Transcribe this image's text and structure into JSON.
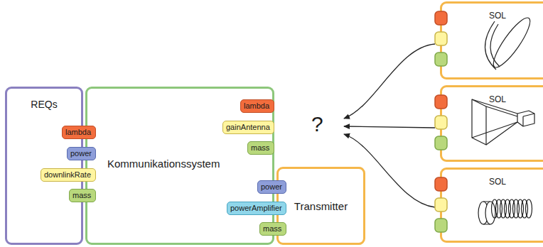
{
  "diagram": {
    "nodes": [
      {
        "text": [
          "REQs"
        ]
      },
      {
        "text": [
          "lambda"
        ],
        "in": 0
      },
      {
        "text": [
          "power"
        ],
        "in": 0
      },
      {
        "text": [
          "downlinkRate"
        ],
        "in": 0
      },
      {
        "text": [
          "mass"
        ],
        "in": 0
      },
      {
        "text": [
          "Kommunikationssystem"
        ]
      },
      {
        "text": [
          "lambda"
        ],
        "in": 5
      },
      {
        "text": [
          "gainAntenna"
        ],
        "in": 5
      },
      {
        "text": [
          "mass"
        ],
        "in": 5
      },
      {
        "text": [
          "power"
        ],
        "in": 5
      },
      {
        "text": [
          "powerAmplifier"
        ],
        "in": 5
      },
      {
        "text": [
          "mass"
        ],
        "in": 5
      },
      {
        "text": [
          "Transmitter"
        ]
      },
      {
        "text": [
          "SOL"
        ]
      },
      {
        "text": [
          "SOL"
        ]
      },
      {
        "text": [
          "SOL"
        ]
      }
    ],
    "labels": [
      "?"
    ]
  }
}
